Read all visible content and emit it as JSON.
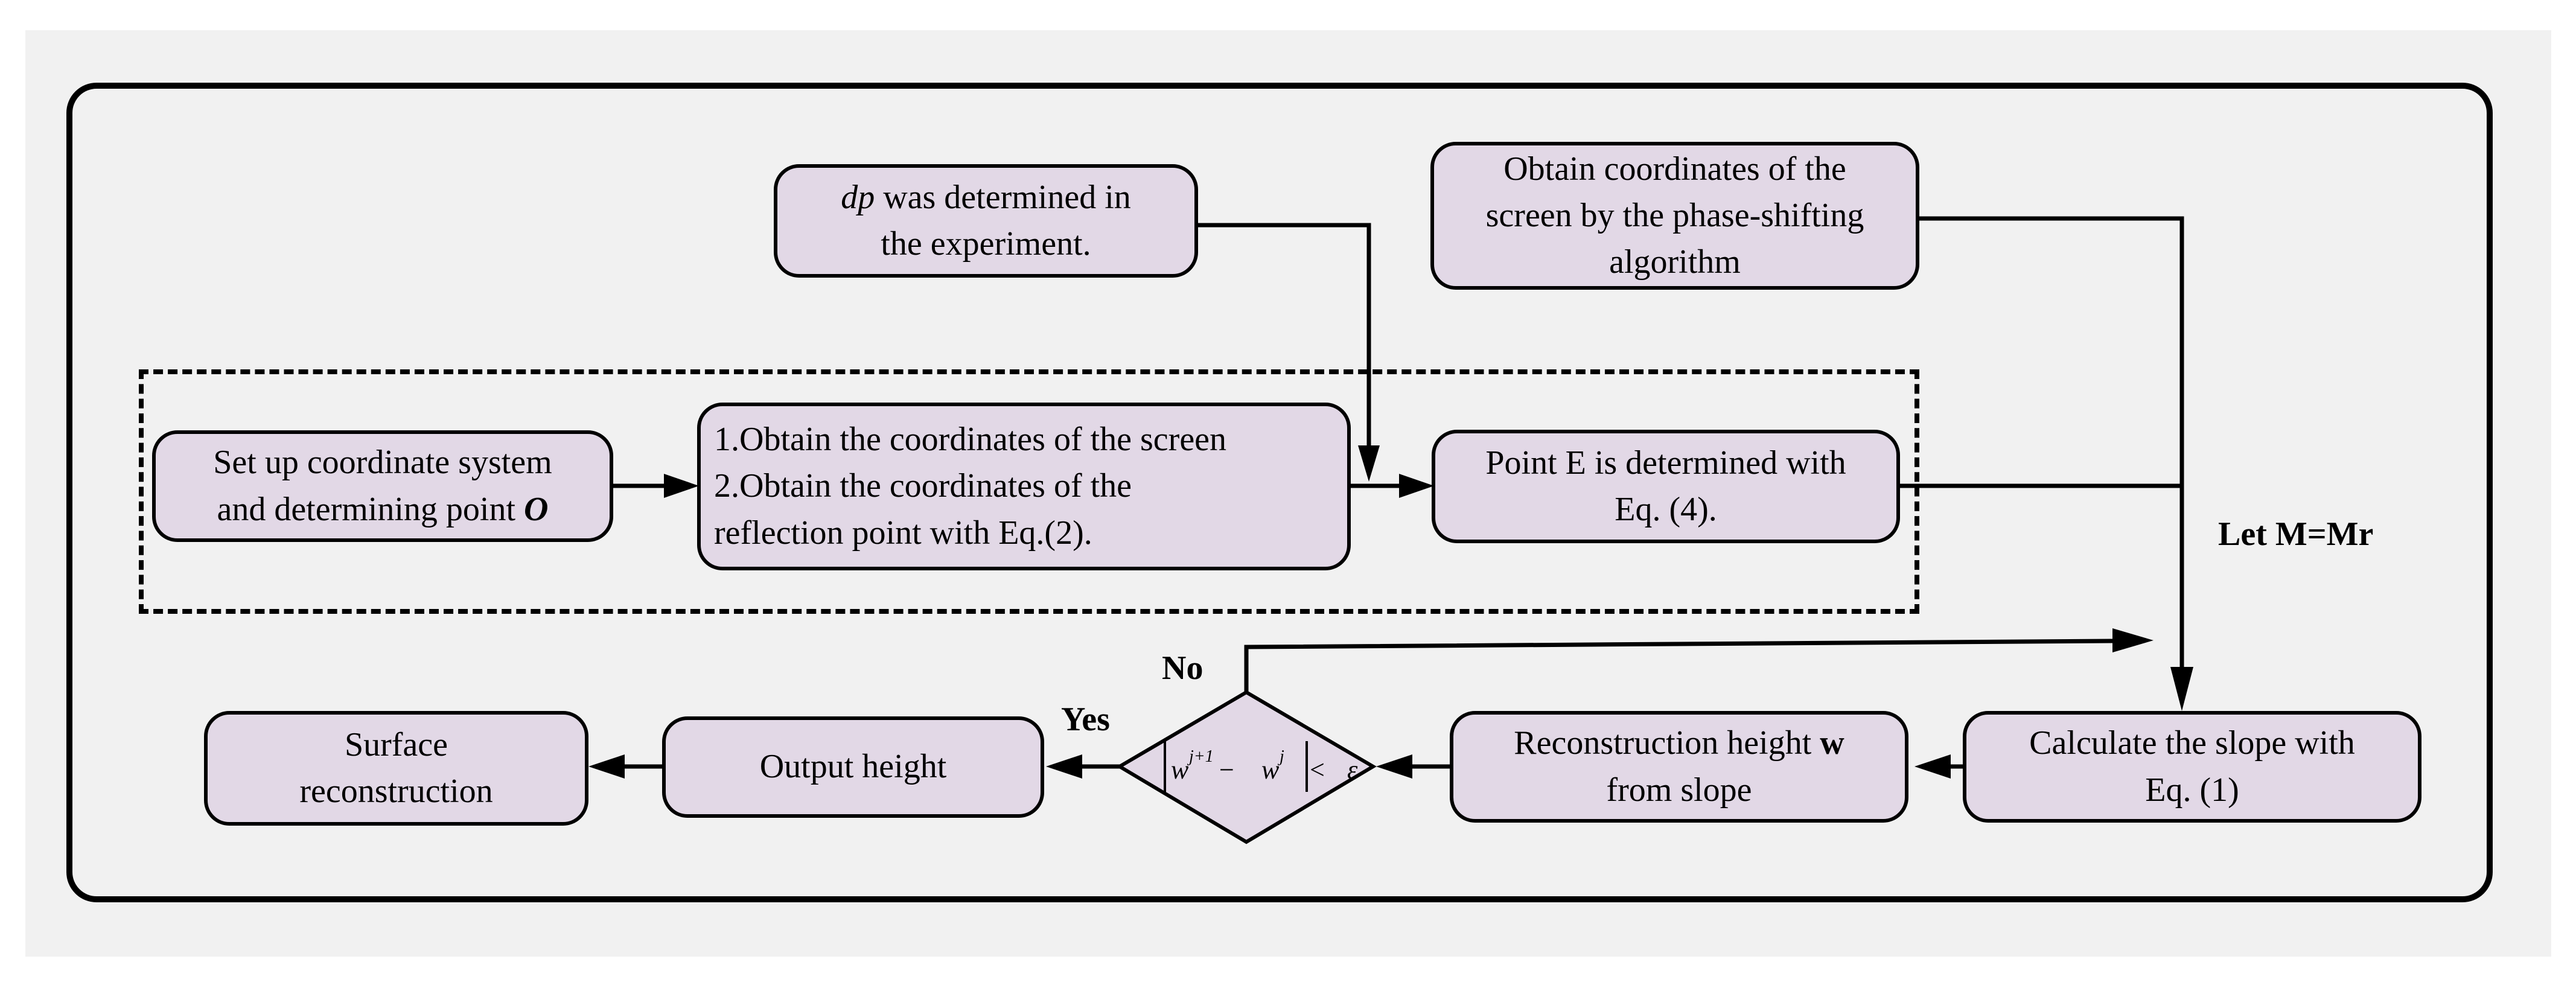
{
  "boxes": {
    "dp": {
      "italic": "dp",
      "rest": " was determined in\nthe experiment."
    },
    "phase": "Obtain  coordinates of the\nscreen by the phase-shifting\nalgorithm",
    "setup": {
      "text": "Set up coordinate system\nand determining point ",
      "bold_italic": "O"
    },
    "obtain": "1.Obtain the coordinates of the screen\n2.Obtain the coordinates of the\nreflection point with Eq.(2).",
    "pointE": "Point E is determined with\nEq. (4).",
    "slope": "Calculate the slope with\nEq. (1)",
    "recon": {
      "text": "Reconstruction height ",
      "bold": "w",
      "line2": "from slope"
    },
    "output": "Output height",
    "surface": "Surface\nreconstruction"
  },
  "decision": {
    "w1": "w",
    "sup1": "j+1",
    "minus": " − ",
    "w2": "w",
    "sup2": "j",
    "lt": " < ",
    "eps": "ε"
  },
  "labels": {
    "let": "Let M=Mr",
    "no": "No",
    "yes": "Yes"
  }
}
